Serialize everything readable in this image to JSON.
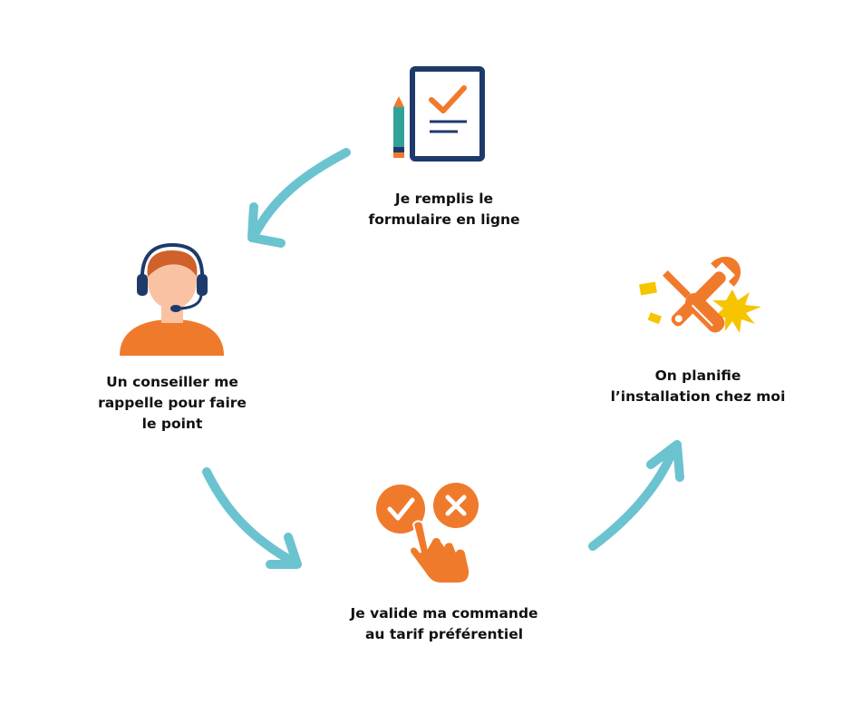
{
  "steps": [
    {
      "text": "Je remplis le\nformulaire en ligne",
      "icon": "form-checklist-icon"
    },
    {
      "text": "Un conseiller me\nrappelle pour faire\nle point",
      "icon": "advisor-headset-icon"
    },
    {
      "text": "Je valide ma commande\nau tarif préférentiel",
      "icon": "validate-choice-icon"
    },
    {
      "text": "On planifie\nl’installation chez moi",
      "icon": "tools-icon"
    }
  ],
  "colors": {
    "arrow": "#6cc3d0",
    "orange": "#f07a2c",
    "navy": "#1e3a6b",
    "yellow": "#f7c400",
    "text": "#111111"
  }
}
